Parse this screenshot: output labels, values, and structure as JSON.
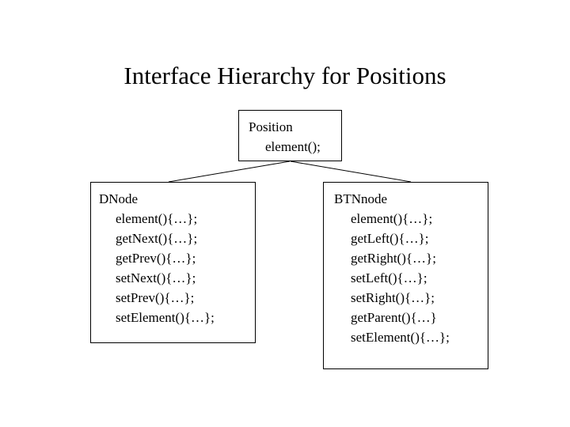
{
  "slide": {
    "title": "Interface Hierarchy for Positions",
    "background_color": "#ffffff",
    "text_color": "#000000",
    "line_color": "#000000"
  },
  "diagram": {
    "root": {
      "name": "Position",
      "members": [
        "element();"
      ]
    },
    "children": [
      {
        "name": "DNode",
        "members": [
          "element(){…};",
          "getNext(){…};",
          "getPrev(){…};",
          "setNext(){…};",
          "setPrev(){…};",
          "setElement(){…};"
        ]
      },
      {
        "name": "BTNnode",
        "members": [
          "element(){…};",
          "getLeft(){…};",
          "getRight(){…};",
          "setLeft(){…};",
          "setRight(){…};",
          "getParent(){…}",
          "setElement(){…};"
        ]
      }
    ]
  }
}
